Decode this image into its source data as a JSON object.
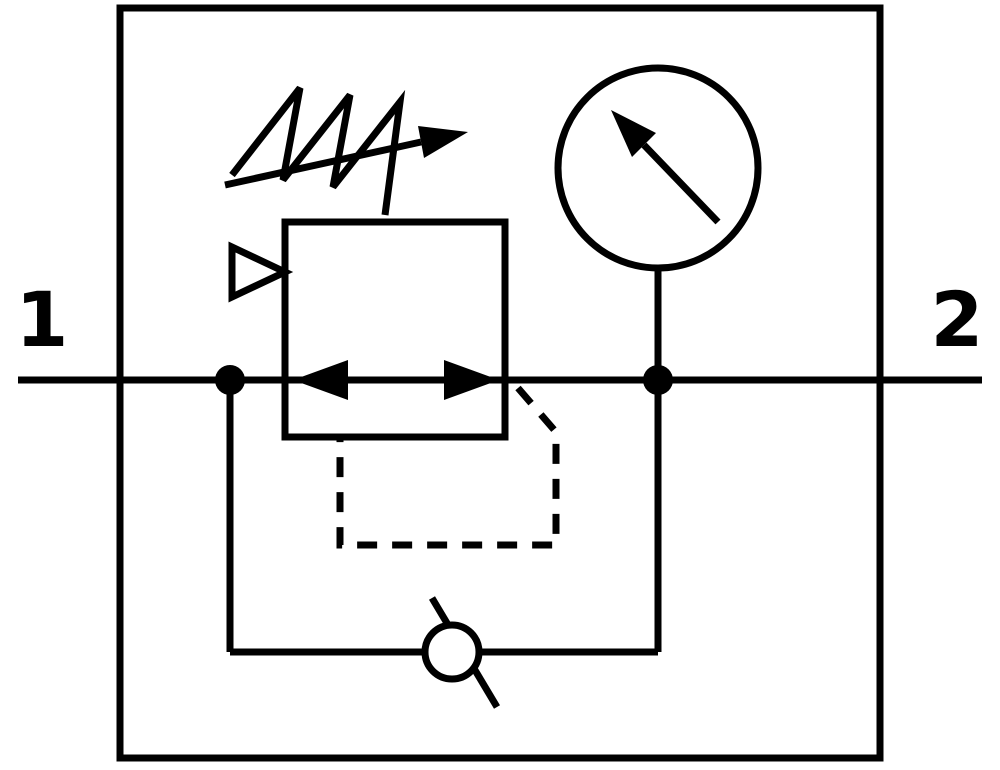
{
  "diagram": {
    "description": "pneumatic-circuit-symbol-pressure-regulator-with-gauge-and-check-valve-bypass",
    "ports": {
      "inlet_label": "1",
      "outlet_label": "2"
    },
    "colors": {
      "line": "#000000",
      "background": "#ffffff"
    },
    "symbols": [
      "enclosure-frame",
      "main-flow-line",
      "pressure-regulator-body",
      "flow-direction-arrows",
      "adjustment-spring-with-arrow",
      "relief-vent-triangle",
      "pilot-control-dashed-line",
      "check-valve-bypass-line",
      "pressure-gauge-with-needle",
      "junction-points"
    ]
  }
}
